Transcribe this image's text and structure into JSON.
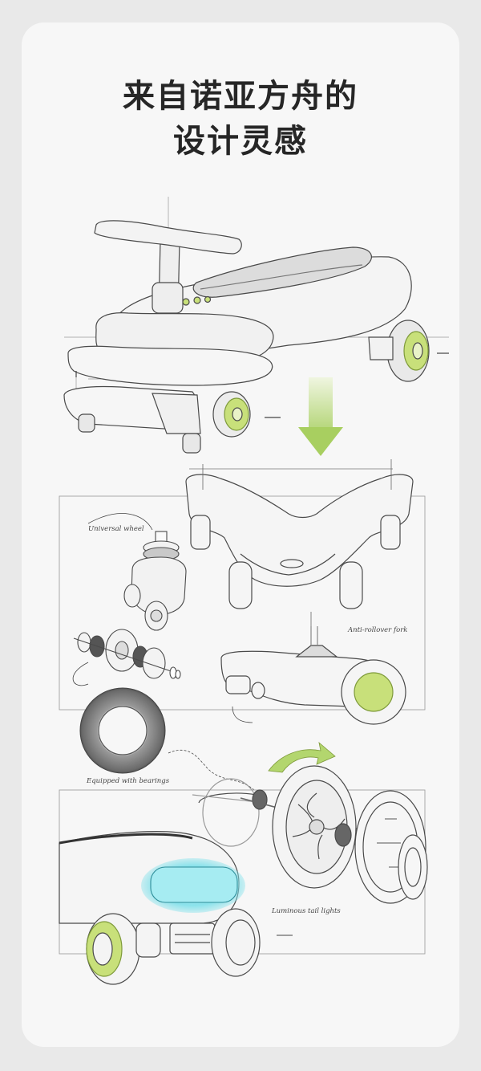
{
  "heading": {
    "line1": "来自诺亚方舟的",
    "line2": "设计灵感"
  },
  "callouts": {
    "universal_wheel": "Universal wheel",
    "anti_rollover_fork": "Anti-rollover fork",
    "bearings": "Equipped with bearings",
    "tail_lights": "Luminous tail lights"
  },
  "colors": {
    "accent_green": "#c8e07a",
    "arrow_green": "#b3d66e",
    "light_cyan": "#7ee0ea",
    "line": "#4a4a4a",
    "background": "#e9e9e9",
    "card": "#f7f7f7"
  }
}
